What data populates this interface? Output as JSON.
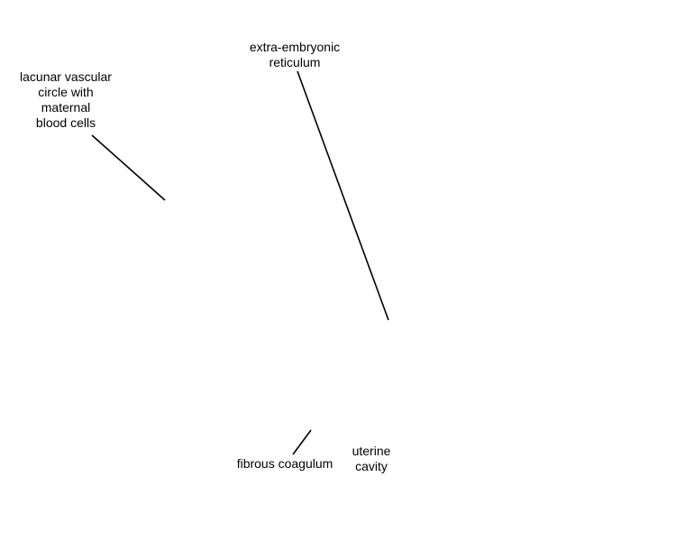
{
  "diagram": {
    "labels": {
      "lacunar": [
        "lacunar vascular",
        "circle with",
        "maternal",
        "blood cells"
      ],
      "reticulum": [
        "extra-embryonic",
        "reticulum"
      ],
      "fibrous": [
        "fibrous coagulum"
      ],
      "uterine": [
        "uterine",
        "cavity"
      ]
    },
    "line_color": "#000000"
  }
}
